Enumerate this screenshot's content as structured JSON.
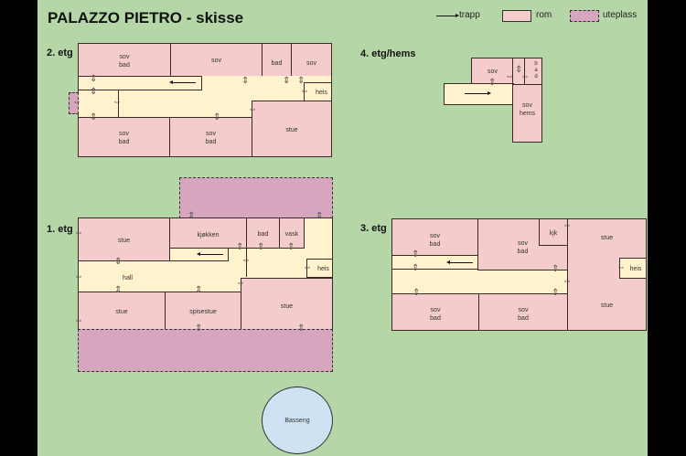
{
  "title": "PALAZZO PIETRO - skisse",
  "legend": {
    "trapp": "trapp",
    "rom": "rom",
    "uteplass": "uteplass",
    "colors": {
      "rom": "#f4cccc",
      "uteplass": "#d5a6bd",
      "hall": "#fff2cc",
      "background": "#b5d7a8",
      "pool": "#cfe2f3"
    }
  },
  "floors": {
    "etg2": {
      "label": "2. etg",
      "rooms": [
        "sov\nbad",
        "sov",
        "bad",
        "sov",
        "heis",
        "sov\nbad",
        "sov\nbad",
        "stue"
      ]
    },
    "etg4": {
      "label": "4. etg/hems",
      "rooms": [
        "sov",
        "b\na\nd",
        "sov\nhems"
      ]
    },
    "etg1": {
      "label": "1. etg",
      "rooms": [
        "stue",
        "kjøkken",
        "bad",
        "vask",
        "heis",
        "hall",
        "stue",
        "spisestue",
        "stue"
      ]
    },
    "etg3": {
      "label": "3. etg",
      "rooms": [
        "sov\nbad",
        "sov\nbad",
        "kjk",
        "stue",
        "heis",
        "stue",
        "sov\nbad",
        "sov\nbad"
      ]
    }
  },
  "pool": {
    "label": "Basseng"
  },
  "door_symbol": "⇕",
  "door_symbol_h": "⇔"
}
